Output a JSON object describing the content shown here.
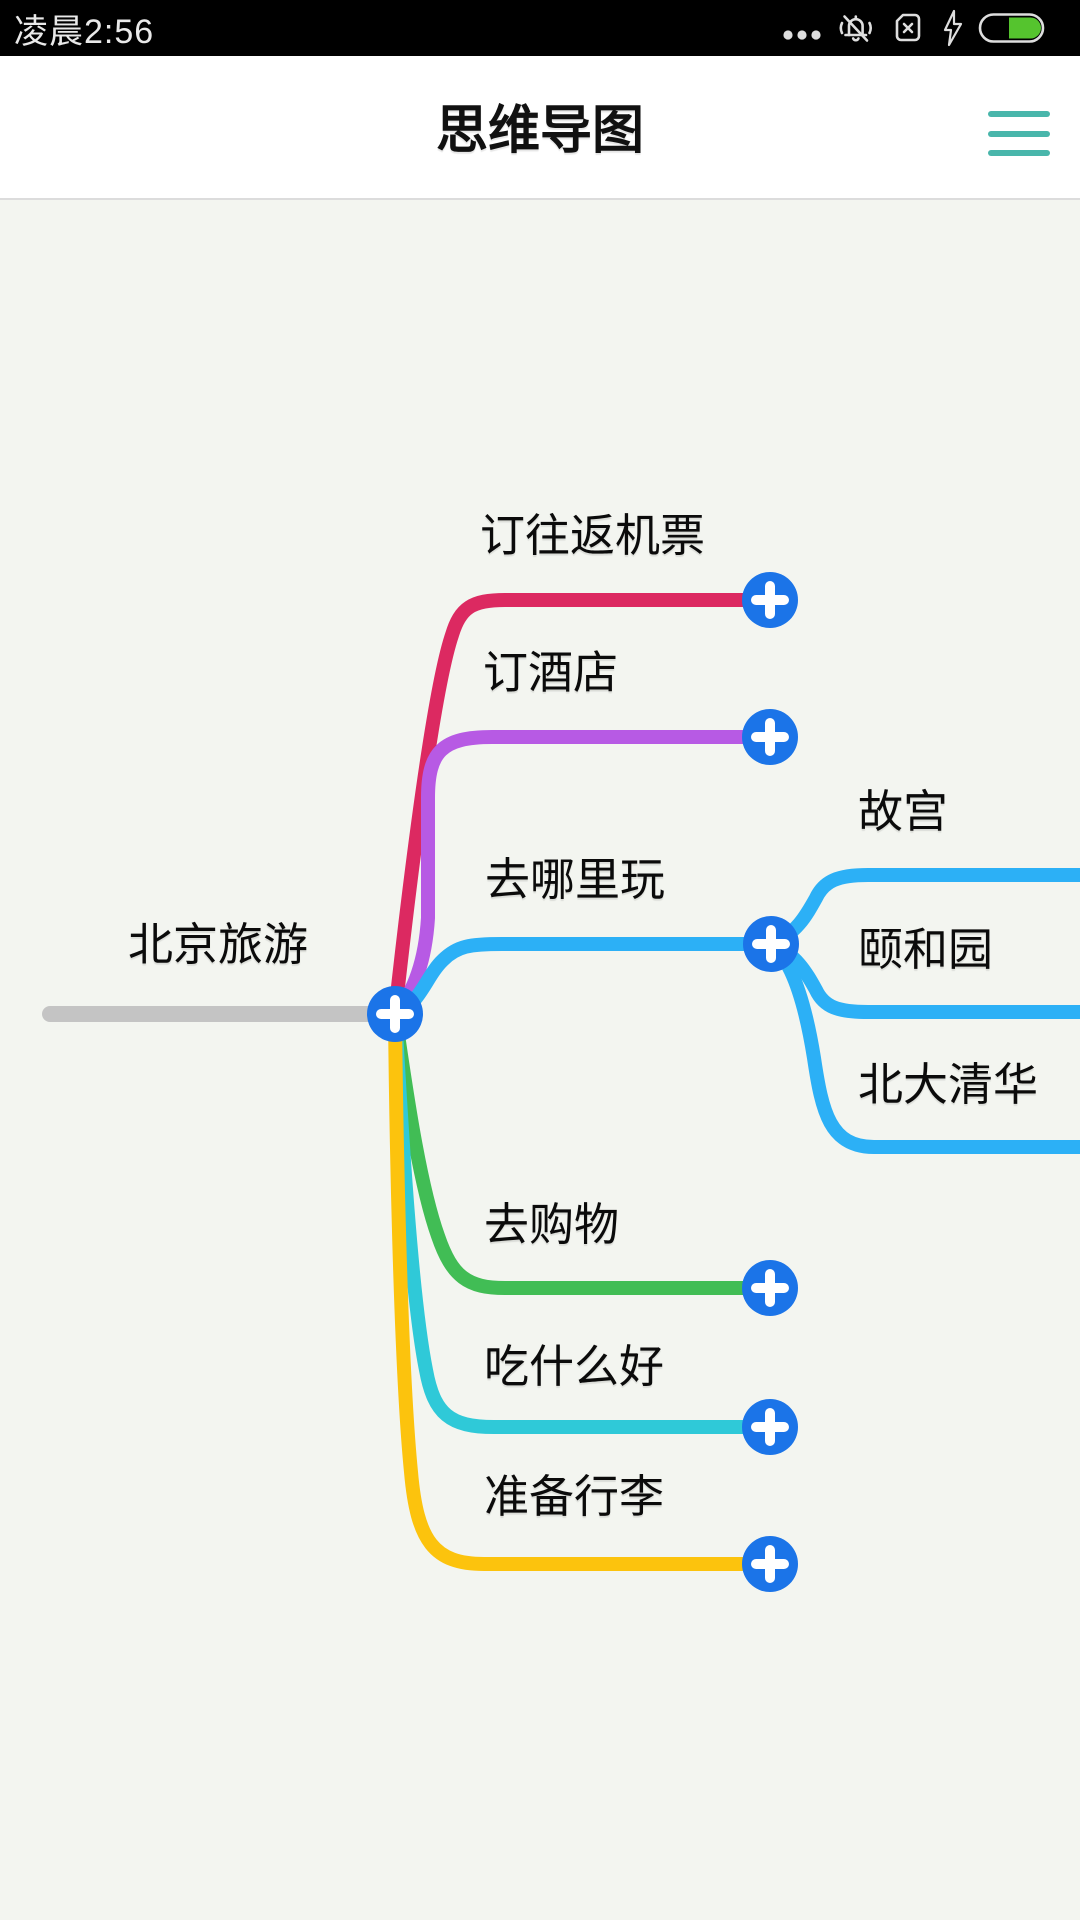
{
  "status_bar": {
    "time": "凌晨2:56",
    "bg": "#000000",
    "icon_color": "#dedede",
    "battery_color": "#55c42e",
    "icons": [
      "ellipsis-icon",
      "mute-icon",
      "no-sim-icon",
      "charging-icon",
      "battery-icon"
    ]
  },
  "header": {
    "title": "思维导图",
    "bg": "#ffffff",
    "menu_color": "#49b6ab",
    "divider_color": "#dcdcdc"
  },
  "canvas": {
    "bg": "#f3f5f0"
  },
  "mindmap": {
    "add_button_color": "#1b74e8",
    "add_button_glyph": "+",
    "root": {
      "label": "北京旅游",
      "line_color": "#c4c4c4"
    },
    "branches": [
      {
        "label": "订往返机票",
        "color": "#dc2961"
      },
      {
        "label": "订酒店",
        "color": "#b75ae4"
      },
      {
        "label": "去哪里玩",
        "color": "#2cb0f6",
        "children": [
          {
            "label": "故宫"
          },
          {
            "label": "颐和园"
          },
          {
            "label": "北大清华"
          }
        ]
      },
      {
        "label": "去购物",
        "color": "#41bd55"
      },
      {
        "label": "吃什么好",
        "color": "#2fc9d8"
      },
      {
        "label": "准备行李",
        "color": "#fcc30d"
      }
    ]
  }
}
